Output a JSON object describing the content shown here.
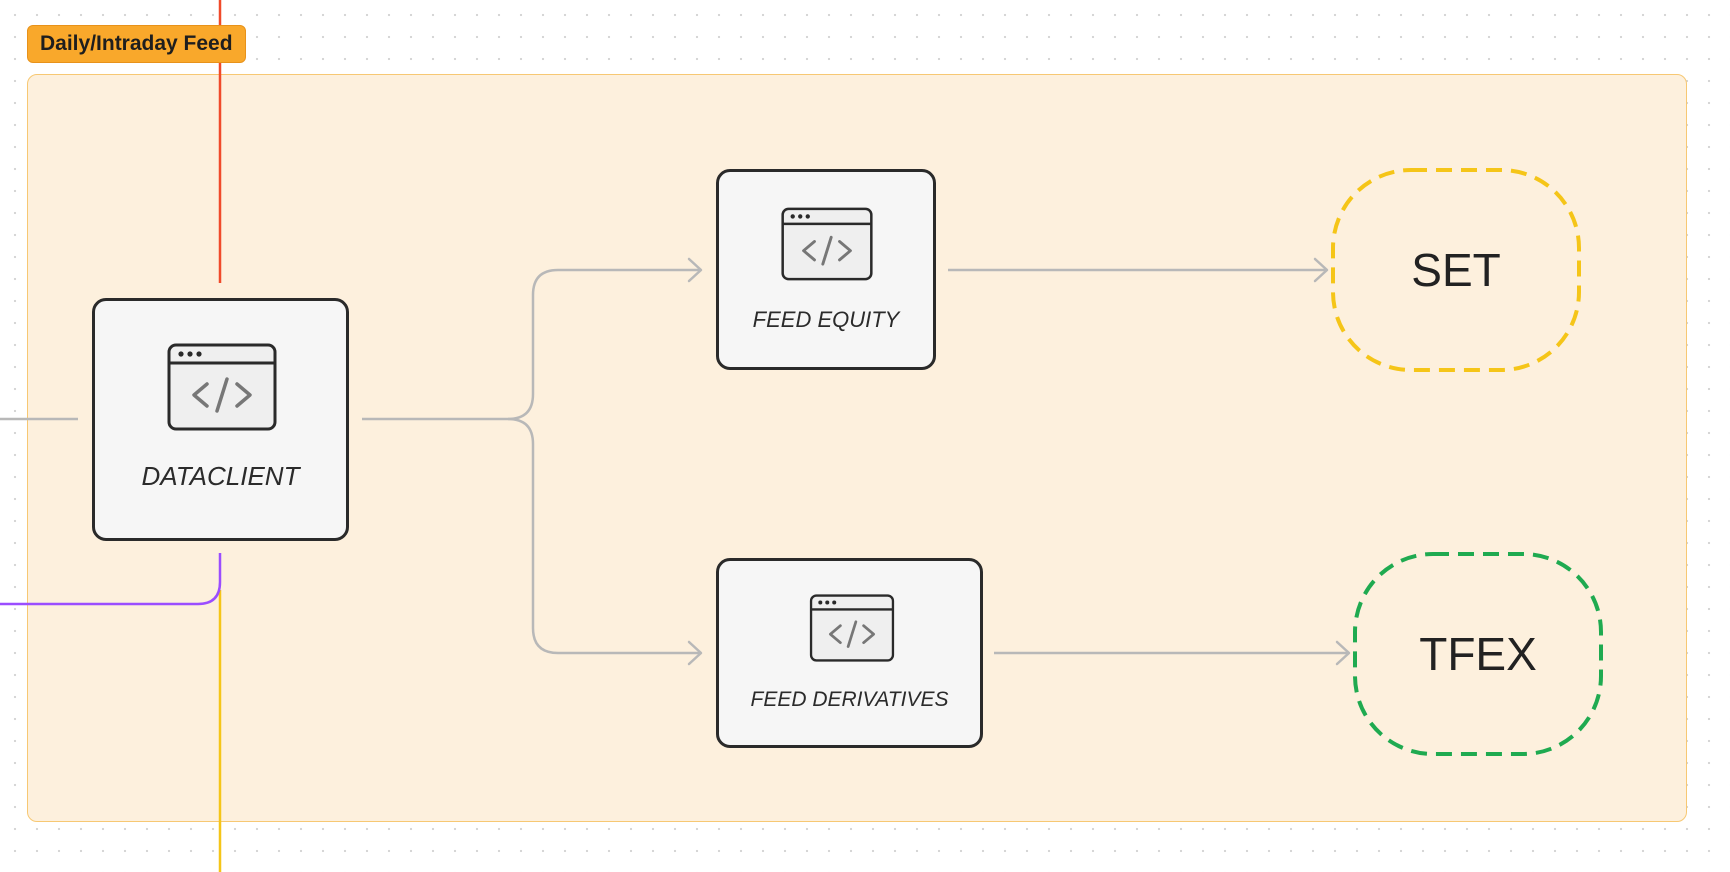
{
  "frame": {
    "title": "Daily/Intraday Feed"
  },
  "nodes": {
    "dataclient": {
      "label": "DATACLIENT",
      "icon": "code-window-icon"
    },
    "feed_equity": {
      "label": "FEED EQUITY",
      "icon": "code-window-icon"
    },
    "feed_derivatives": {
      "label": "FEED DERIVATIVES",
      "icon": "code-window-icon"
    }
  },
  "terminals": {
    "set": {
      "label": "SET",
      "color": "#f5c518"
    },
    "tfex": {
      "label": "TFEX",
      "color": "#1faa50"
    }
  },
  "edges": [
    {
      "from": "dataclient",
      "to": "feed_equity"
    },
    {
      "from": "dataclient",
      "to": "feed_derivatives"
    },
    {
      "from": "feed_equity",
      "to": "set"
    },
    {
      "from": "feed_derivatives",
      "to": "tfex"
    }
  ],
  "colors": {
    "frame_fill": "#fdf0dd",
    "frame_tag": "#f9a82b",
    "connector": "#b8b8b8",
    "red_line": "#f04a2a",
    "yellow_line": "#f5c518",
    "purple_line": "#9b4dff"
  }
}
